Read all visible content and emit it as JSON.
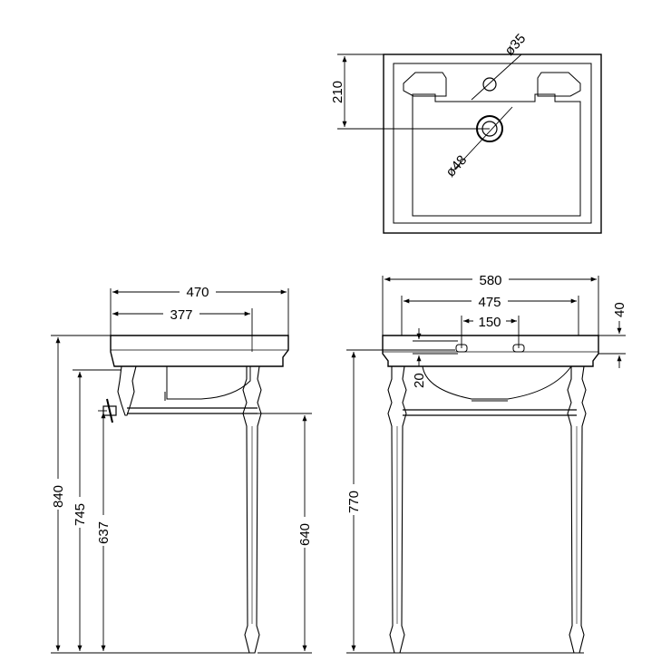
{
  "top_view": {
    "tap_hole_label": "ø35",
    "waste_hole_label": "ø48",
    "depth_label": "210"
  },
  "side_view": {
    "width_label": "470",
    "inner_label": "377",
    "height_total_label": "840",
    "height_rim_label": "745",
    "height_rail_label": "637",
    "height_leg_label": "640"
  },
  "front_view": {
    "width_total_label": "580",
    "width_inner_label": "475",
    "tap_spacing_label": "150",
    "rim_thickness_label": "40",
    "rim_depth_label": "20",
    "height_label": "770"
  },
  "colors": {
    "line": "#000000",
    "background": "#ffffff"
  }
}
